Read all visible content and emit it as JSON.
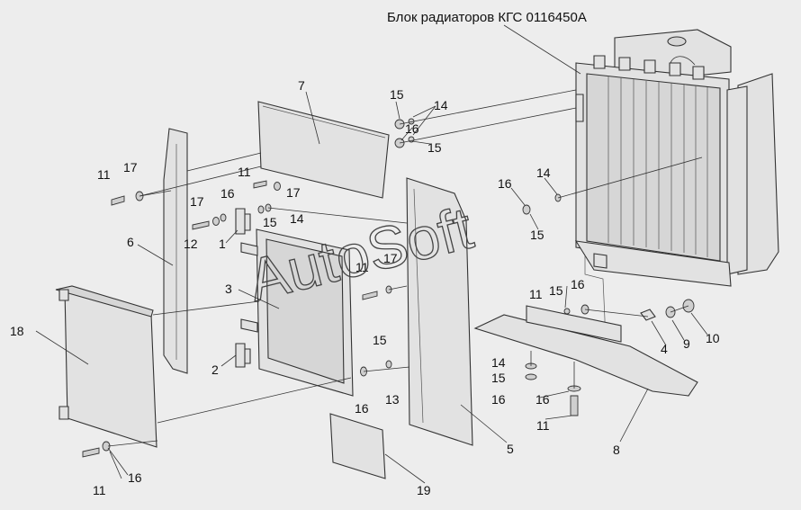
{
  "diagram": {
    "title": "Блок радиаторов КГС 0116450А",
    "watermark": "AutoSoft",
    "callouts": [
      "1",
      "2",
      "3",
      "4",
      "5",
      "6",
      "7",
      "8",
      "9",
      "10",
      "11",
      "12",
      "13",
      "14",
      "15",
      "16",
      "17",
      "18",
      "19"
    ]
  }
}
